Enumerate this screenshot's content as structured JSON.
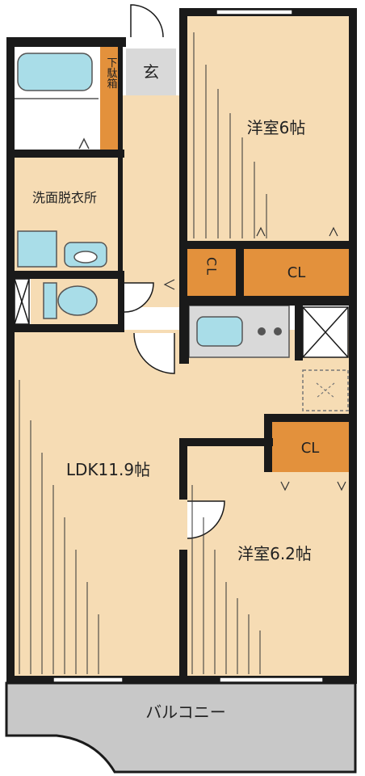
{
  "rooms": {
    "entrance": "玄",
    "shoe_storage": "下駄箱",
    "bedroom_north": "洋室6帖",
    "washroom": "洗面脱衣所",
    "ldk": "LDK11.9帖",
    "bedroom_south": "洋室6.2帖",
    "balcony": "バルコニー"
  },
  "closets": {
    "small_cl": "CL",
    "north_cl": "CL",
    "south_cl": "CL"
  },
  "colors": {
    "floor": "#f6dcb4",
    "storage": "#e3913c",
    "wall": "#1a1a1a",
    "fixture": "#a9dde8",
    "entrance_floor": "#d9d9d9",
    "balcony": "#c8c8c8"
  }
}
